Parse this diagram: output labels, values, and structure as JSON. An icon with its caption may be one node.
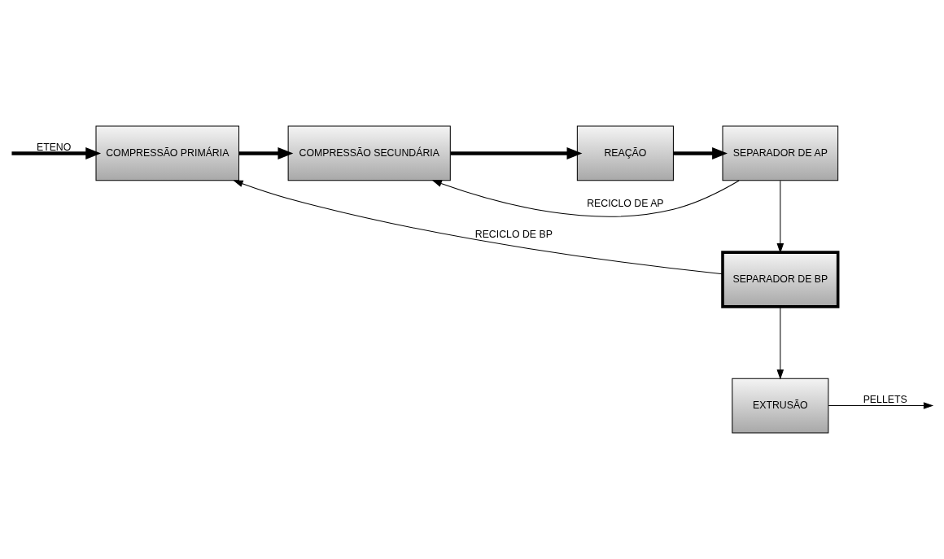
{
  "diagram": {
    "nodes": [
      {
        "text": [
          "COMPRESSÃO PRIMÁRIA"
        ]
      },
      {
        "text": [
          "COMPRESSÃO SECUNDÁRIA"
        ]
      },
      {
        "text": [
          "REAÇÃO"
        ]
      },
      {
        "text": [
          "SEPARADOR DE AP"
        ]
      },
      {
        "text": [
          "SEPARADOR DE BP"
        ]
      },
      {
        "text": [
          "EXTRUSÃO"
        ]
      }
    ],
    "edges": [
      {
        "from": null,
        "to": 0,
        "arrow": "to",
        "label": "ETENO",
        "style": "thick"
      },
      {
        "from": 0,
        "to": 1,
        "arrow": "to",
        "style": "thick"
      },
      {
        "from": 1,
        "to": 2,
        "arrow": "to",
        "style": "thick"
      },
      {
        "from": 2,
        "to": 3,
        "arrow": "to",
        "style": "thick"
      },
      {
        "from": 3,
        "to": 1,
        "arrow": "to",
        "label": "RECICLO DE AP"
      },
      {
        "from": 3,
        "to": 4,
        "arrow": "to"
      },
      {
        "from": 4,
        "to": 0,
        "arrow": "to",
        "label": "RECICLO DE BP"
      },
      {
        "from": 4,
        "to": 5,
        "arrow": "to"
      },
      {
        "from": 5,
        "to": null,
        "arrow": "to",
        "label": "PELLETS"
      }
    ]
  }
}
